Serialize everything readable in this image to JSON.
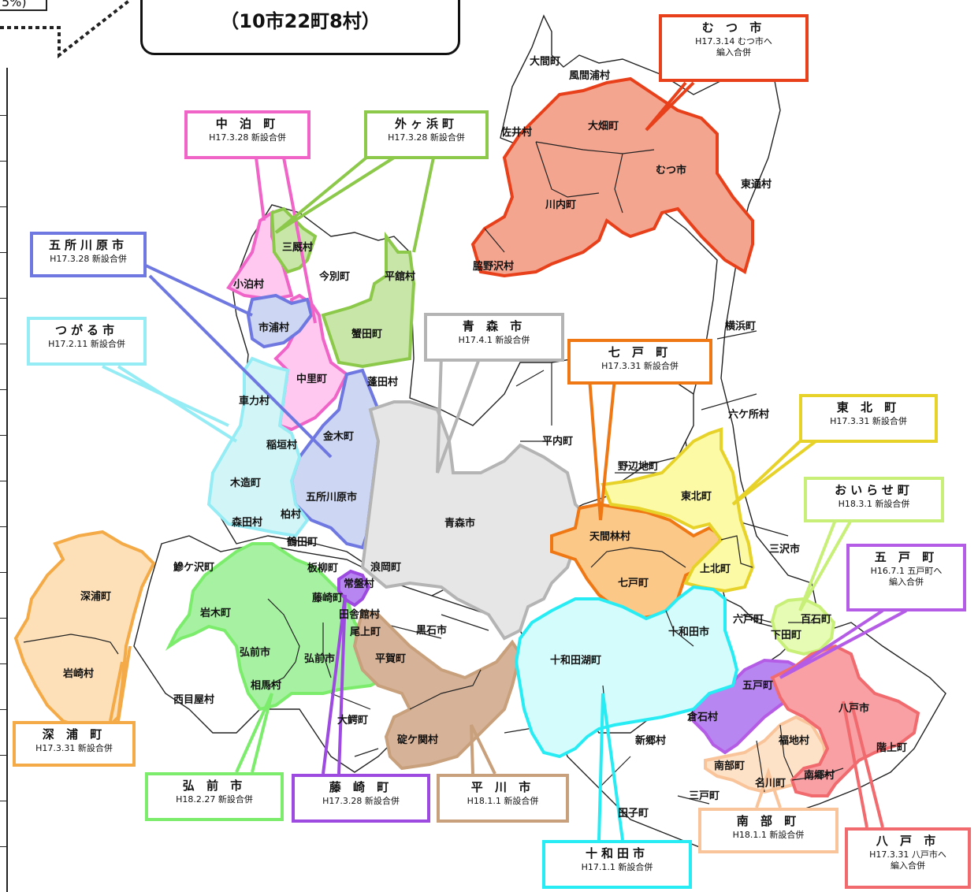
{
  "title": {
    "line2": "（10市22町8村）",
    "corner_note": "5%)"
  },
  "colors": {
    "mutsu": "#e8401a",
    "nakadomari": "#f064c8",
    "sotogahama": "#8cc84a",
    "goshogawara": "#6e78e0",
    "tsugaru": "#96ecf4",
    "aomori": "#b4b4b4",
    "shichinohe": "#f07814",
    "tohoku": "#e6d228",
    "oirase": "#c8f078",
    "gonohe": "#b45ce6",
    "fukaura": "#f4aa46",
    "hirosaki": "#7cec6c",
    "fujisaki": "#9c4ae0",
    "hirakawa": "#c8a07c",
    "towada": "#28ecf4",
    "nanbu": "#fac49a",
    "hachinohe": "#f06a6e"
  },
  "callouts": {
    "mutsu": {
      "name": "む つ 市",
      "date": "H17.3.14 むつ市へ",
      "note": "編入合併"
    },
    "nakadomari": {
      "name": "中 泊 町",
      "date": "H17.3.28 新設合併"
    },
    "sotogahama": {
      "name": "外ヶ浜町",
      "date": "H17.3.28 新設合併"
    },
    "goshogawara": {
      "name": "五所川原市",
      "date": "H17.3.28 新設合併"
    },
    "tsugaru": {
      "name": "つがる市",
      "date": "H17.2.11 新設合併"
    },
    "aomori": {
      "name": "青 森 市",
      "date": "H17.4.1 新設合併"
    },
    "shichinohe": {
      "name": "七 戸 町",
      "date": "H17.3.31 新設合併"
    },
    "tohoku": {
      "name": "東 北 町",
      "date": "H17.3.31 新設合併"
    },
    "oirase": {
      "name": "おいらせ町",
      "date": "H18.3.1 新設合併"
    },
    "gonohe": {
      "name": "五 戸 町",
      "date": "H16.7.1 五戸町へ",
      "note": "編入合併"
    },
    "fukaura": {
      "name": "深 浦 町",
      "date": "H17.3.31 新設合併"
    },
    "hirosaki": {
      "name": "弘 前 市",
      "date": "H18.2.27 新設合併"
    },
    "fujisaki": {
      "name": "藤 崎 町",
      "date": "H17.3.28 新設合併"
    },
    "hirakawa": {
      "name": "平 川 市",
      "date": "H18.1.1 新設合併"
    },
    "towada": {
      "name": "十和田市",
      "date": "H17.1.1 新設合併"
    },
    "nanbu": {
      "name": "南 部 町",
      "date": "H18.1.1 新設合併"
    },
    "hachinohe": {
      "name": "八 戸 市",
      "date": "H17.3.31 八戸市へ",
      "note": "編入合併"
    }
  },
  "municipalities": {
    "oma": "大間町",
    "kazamaura": "風間浦村",
    "sai": "佐井村",
    "ohata": "大畑町",
    "mutsu_city": "むつ市",
    "higashidori": "東通村",
    "kawauchi": "川内町",
    "wakinosawa": "脇野沢村",
    "kodomari": "小泊村",
    "minmaya": "三厩村",
    "imabetsu": "今別町",
    "tairadate": "平舘村",
    "ichiura": "市浦村",
    "kanita": "蟹田町",
    "nakasato": "中里町",
    "yomogita": "蓬田村",
    "yokohama": "横浜町",
    "shariki": "車力村",
    "kanagi": "金木町",
    "inagaki": "稲垣村",
    "rokkasho": "六ケ所村",
    "hiranai": "平内町",
    "noheji": "野辺地町",
    "tohoku_town": "東北町",
    "kizukuri": "木造町",
    "goshogawara_city": "五所川原市",
    "aomori_city": "青森市",
    "morita": "森田村",
    "kashiwa": "柏村",
    "tsuruta": "鶴田町",
    "tenmabayashi": "天間林村",
    "misawa": "三沢市",
    "fukaura_town": "深浦町",
    "ajigasawa": "鰺ケ沢町",
    "itayanagi": "板柳町",
    "namioka": "浪岡町",
    "shichinohe_town": "七戸町",
    "kamikita": "上北町",
    "tokiwa": "常盤村",
    "fujisaki_town": "藤崎町",
    "inakadate": "田舎館村",
    "rokunohe": "六戸町",
    "momoishi": "百石町",
    "iwaki": "岩木町",
    "onoe": "尾上町",
    "kuroishi": "黒石市",
    "towada_city": "十和田市",
    "shimoda": "下田町",
    "hirosaki_a": "弘前市",
    "hirosaki_b": "弘前市",
    "hiraka": "平賀町",
    "towadako": "十和田湖町",
    "iwasaki": "岩崎村",
    "gonohe_town": "五戸町",
    "hachinohe_city": "八戸市",
    "souma": "相馬村",
    "nishimeya": "西目屋村",
    "kuraishi": "倉石村",
    "owani": "大鰐町",
    "shingo": "新郷村",
    "fukuchi": "福地村",
    "hashikami": "階上町",
    "ikarigaseki": "碇ケ関村",
    "nanbu_town": "南部町",
    "nango": "南郷村",
    "nagawa": "名川町",
    "sannohe": "三戸町",
    "takko": "田子町"
  }
}
